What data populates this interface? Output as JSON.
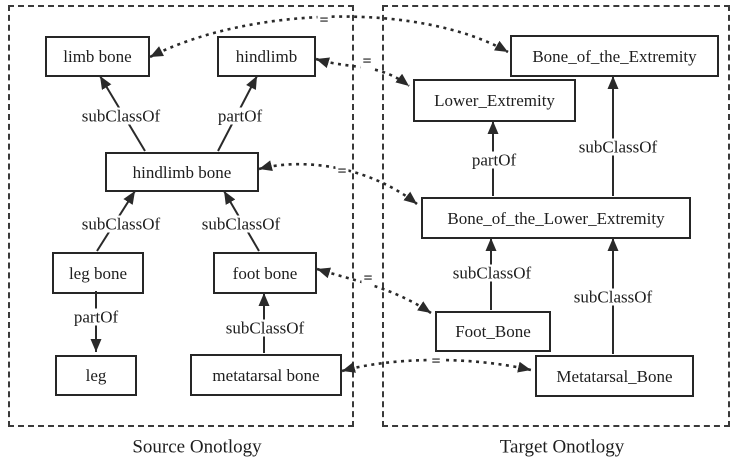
{
  "figure": {
    "colors": {
      "line": "#2a2a2a",
      "background": "#ffffff"
    },
    "source": {
      "caption": "Source Onotlogy",
      "nodes": {
        "limb_bone": "limb bone",
        "hindlimb": "hindlimb",
        "hindlimb_bone": "hindlimb bone",
        "leg_bone": "leg bone",
        "foot_bone": "foot bone",
        "leg": "leg",
        "metatarsal_bone": "metatarsal bone"
      },
      "edge_labels": {
        "limb_bone_subclassof": "subClassOf",
        "hindlimb_partof": "partOf",
        "leg_bone_subclassof": "subClassOf",
        "foot_bone_subclassof": "subClassOf",
        "leg_partof": "partOf",
        "metatarsal_subclassof": "subClassOf"
      }
    },
    "target": {
      "caption": "Target Onotlogy",
      "nodes": {
        "bone_of_the_extremity": "Bone_of_the_Extremity",
        "lower_extremity": "Lower_Extremity",
        "bone_of_the_lower_extremity": "Bone_of_the_Lower_Extremity",
        "foot_bone": "Foot_Bone",
        "metatarsal_bone": "Metatarsal_Bone"
      },
      "edge_labels": {
        "lower_extremity_partof": "partOf",
        "extremity_subclassof": "subClassOf",
        "foot_bone_subclassof": "subClassOf",
        "metatarsal_subclassof": "subClassOf"
      }
    },
    "mappings": {
      "limb_bone_eq": "=",
      "hindlimb_eq": "=",
      "hindlimb_bone_eq": "=",
      "foot_bone_eq": "=",
      "metatarsal_eq": "="
    }
  }
}
